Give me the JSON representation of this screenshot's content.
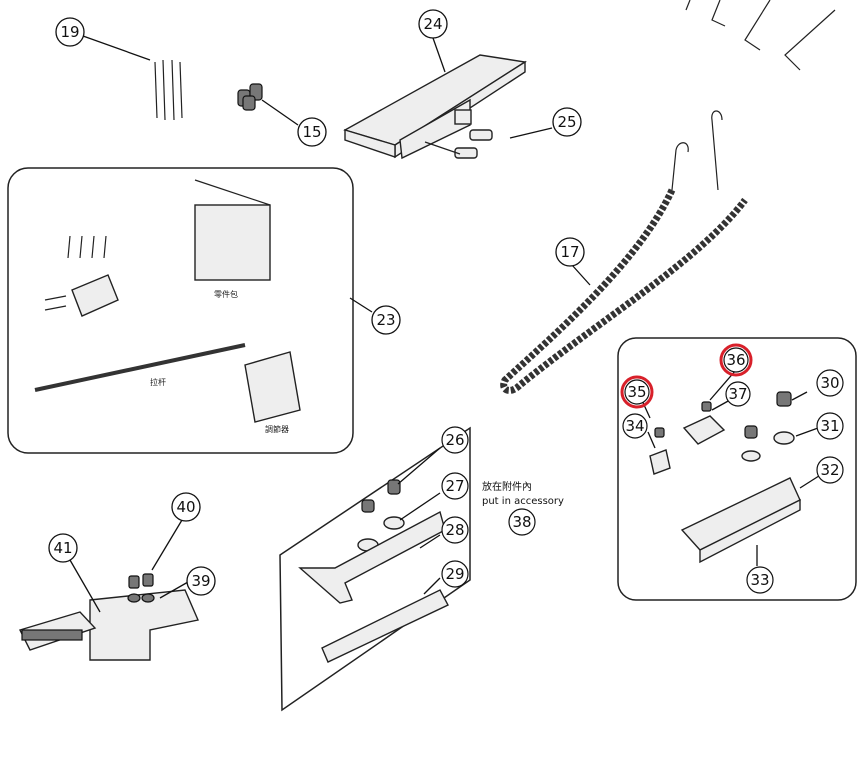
{
  "callouts": {
    "c19": "19",
    "c15": "15",
    "c24": "24",
    "c25": "25",
    "c17": "17",
    "c23": "23",
    "c36": "36",
    "c35": "35",
    "c37": "37",
    "c30": "30",
    "c34": "34",
    "c31": "31",
    "c32": "32",
    "c33": "33",
    "c26": "26",
    "c27": "27",
    "c28": "28",
    "c29": "29",
    "c38": "38",
    "c40": "40",
    "c41": "41",
    "c39": "39"
  },
  "labels": {
    "accessory_cn": "放在附件內",
    "accessory_en": "put in accessory",
    "bag_label": "零件包",
    "rod_label": "拉杆",
    "cover_label": "調節器"
  },
  "highlight_color": "#d8202a"
}
